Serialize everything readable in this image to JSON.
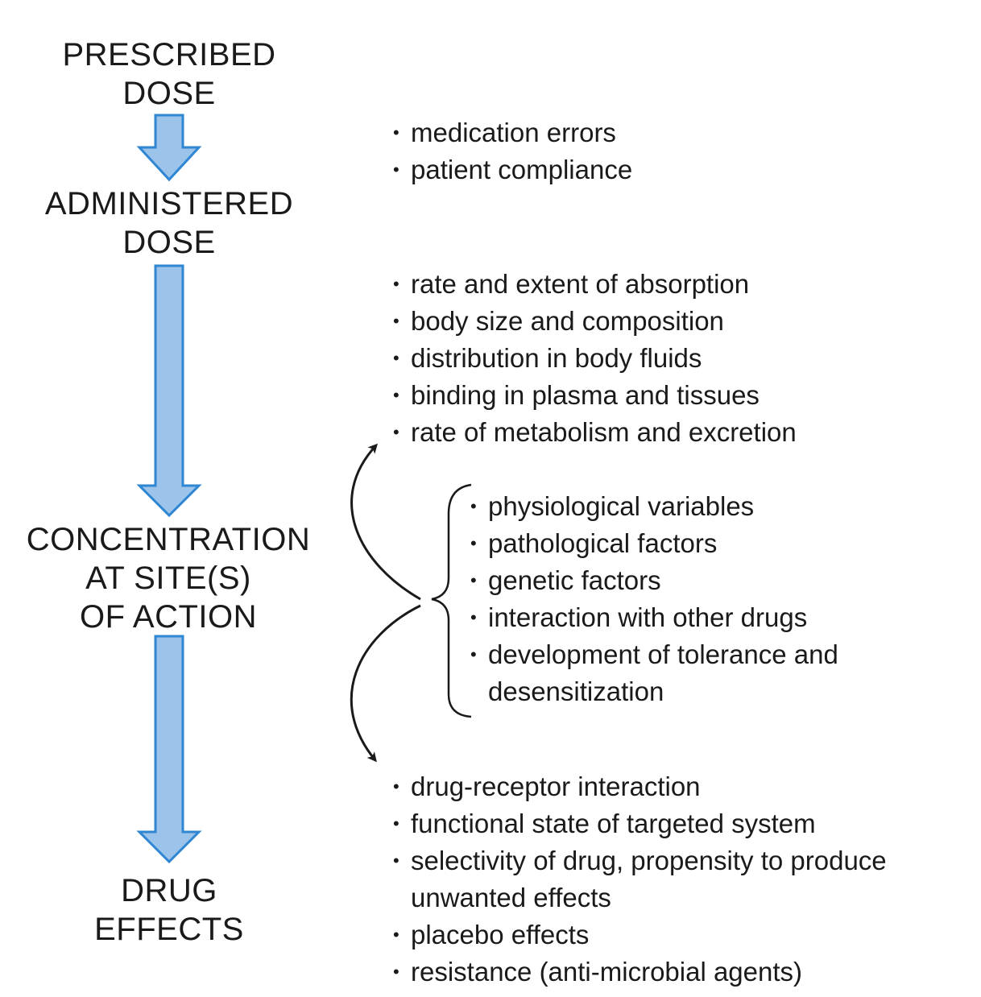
{
  "stages": {
    "prescribed": [
      "PRESCRIBED",
      "DOSE"
    ],
    "administered": [
      "ADMINISTERED",
      "DOSE"
    ],
    "concentration": [
      "CONCENTRATION",
      "AT SITE(S)",
      "OF ACTION"
    ],
    "effects": [
      "DRUG",
      "EFFECTS"
    ]
  },
  "factors": {
    "administration": [
      "medication errors",
      "patient compliance"
    ],
    "pharmacokinetic": [
      "rate and extent of absorption",
      "body size and composition",
      "distribution in body fluids",
      "binding in plasma and tissues",
      "rate of metabolism and excretion"
    ],
    "variables": [
      "physiological variables",
      "pathological factors",
      "genetic factors",
      "interaction with other drugs",
      "development of tolerance and",
      "desensitization"
    ],
    "pharmacodynamic": [
      "drug-receptor interaction",
      "functional state of targeted system",
      "selectivity of drug, propensity to produce",
      "unwanted effects",
      "placebo effects",
      "resistance (anti-microbial agents)"
    ]
  },
  "colors": {
    "arrow_fill": "#9cc3ea",
    "arrow_stroke": "#2f86d2",
    "text": "#1a1a1a"
  }
}
